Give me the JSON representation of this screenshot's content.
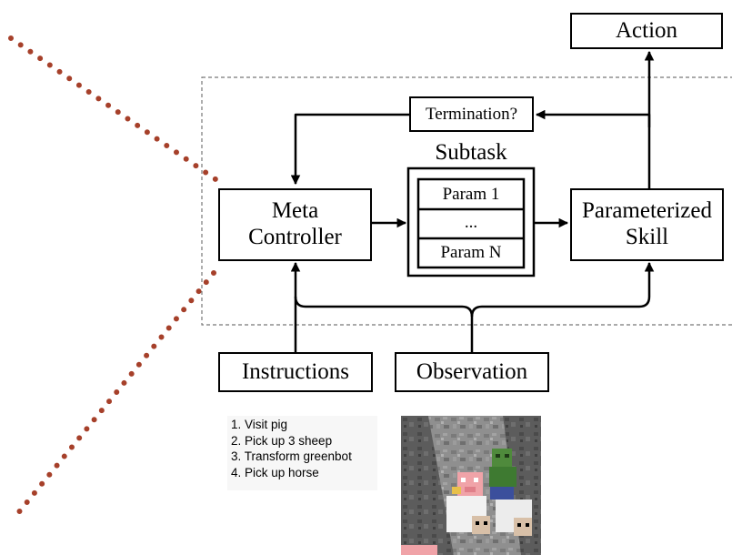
{
  "diagram": {
    "action": "Action",
    "termination": "Termination?",
    "subtask_title": "Subtask",
    "params": [
      "Param 1",
      "...",
      "Param N"
    ],
    "meta_controller": [
      "Meta",
      "Controller"
    ],
    "parameterized_skill": [
      "Parameterized",
      "Skill"
    ],
    "instructions": "Instructions",
    "observation": "Observation"
  },
  "instruction_list": [
    "1. Visit pig",
    "2. Pick up 3 sheep",
    "3. Transform greenbot",
    "4. Pick up horse"
  ],
  "colors": {
    "dotted_line": "#a6402a",
    "frame": "#777777",
    "stroke": "#000000"
  }
}
